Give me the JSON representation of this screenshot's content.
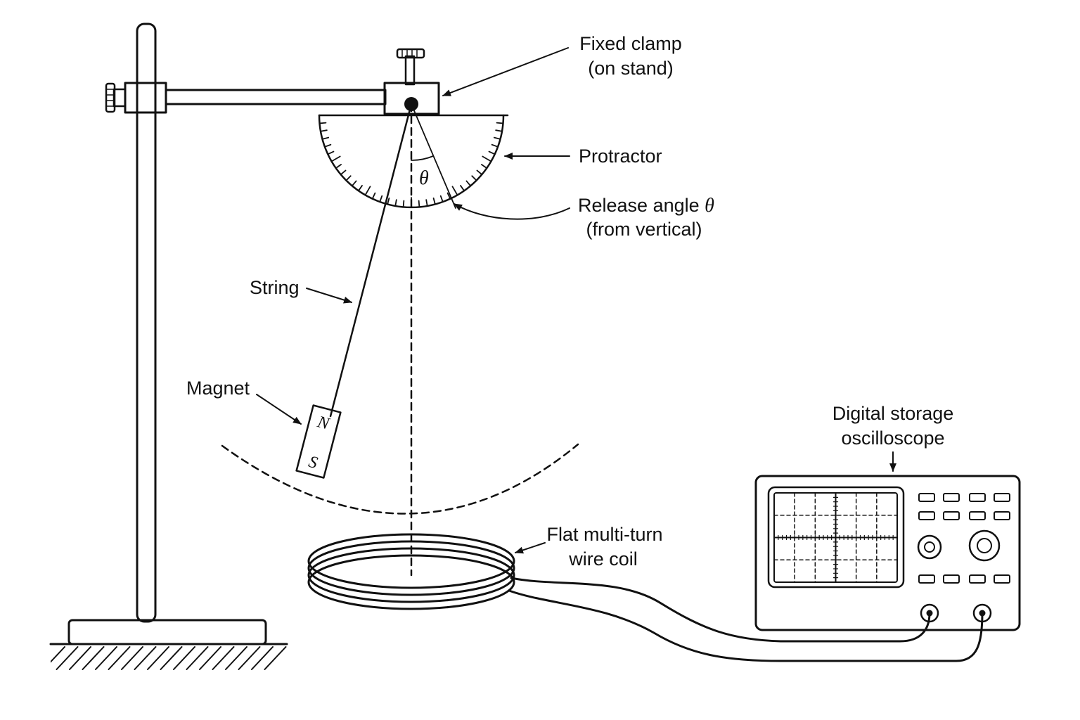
{
  "labels": {
    "fixed_clamp": [
      "Fixed clamp",
      "(on stand)"
    ],
    "protractor": "Protractor",
    "release_angle": [
      "Release angle ",
      "θ",
      "(from vertical)"
    ],
    "string": "String",
    "magnet": "Magnet",
    "coil": [
      "Flat multi-turn",
      "wire coil"
    ],
    "oscilloscope": [
      "Digital storage",
      "oscilloscope"
    ]
  },
  "symbols": {
    "theta": "θ",
    "north_pole": "N",
    "south_pole": "S"
  },
  "colors": {
    "ink": "#111111",
    "background": "#ffffff"
  }
}
